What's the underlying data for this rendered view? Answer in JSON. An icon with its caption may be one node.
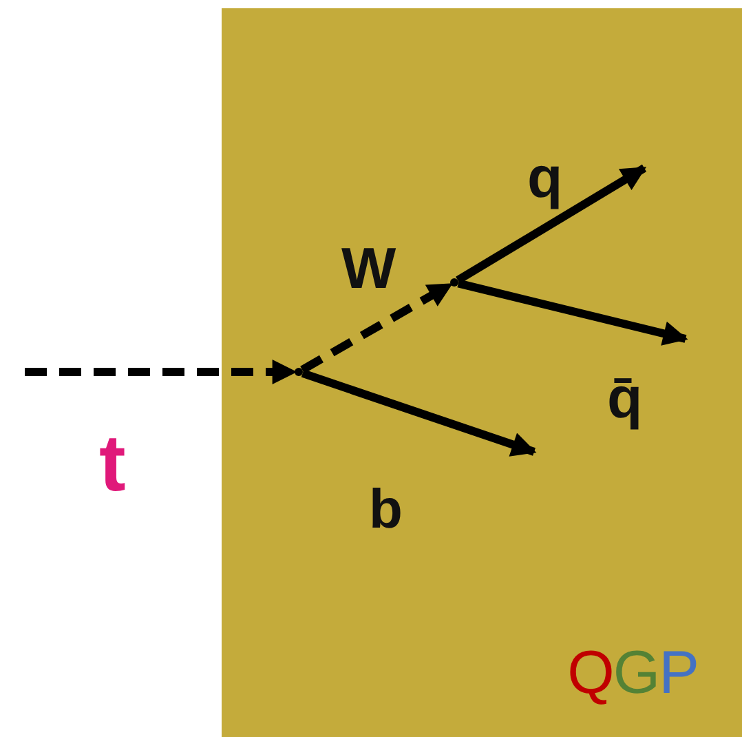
{
  "diagram": {
    "nodes": [
      {
        "text": [
          "QGP"
        ]
      },
      {
        "text": [],
        "shape": "point",
        "in": 0
      },
      {
        "text": [],
        "shape": "point",
        "in": 0
      }
    ],
    "edges": [
      {
        "from": null,
        "to": 1,
        "arrow": "to",
        "style": "dashed",
        "label": "t"
      },
      {
        "from": 1,
        "to": 2,
        "arrow": "to",
        "style": "dashed",
        "label": "W"
      },
      {
        "from": 1,
        "to": null,
        "arrow": "to",
        "label": "b"
      },
      {
        "from": 2,
        "to": null,
        "arrow": "to",
        "label": "q"
      },
      {
        "from": 2,
        "to": null,
        "arrow": "to",
        "label": "q̄"
      }
    ]
  }
}
